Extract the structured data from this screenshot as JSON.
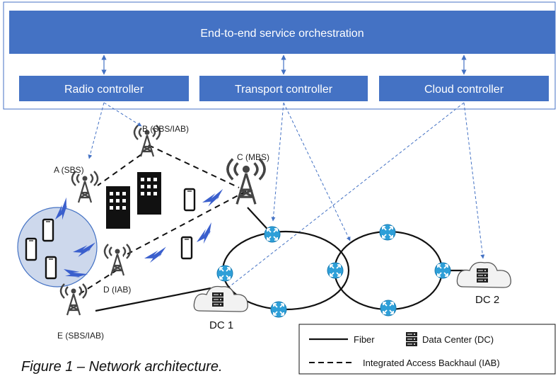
{
  "orchestration": {
    "title": "End-to-end service orchestration",
    "controllers": [
      "Radio controller",
      "Transport controller",
      "Cloud controller"
    ]
  },
  "nodes": {
    "A": "A (SBS)",
    "B": "B (SBS/IAB)",
    "C": "C (MBS)",
    "D": "D (IAB)",
    "E": "E (SBS/IAB)"
  },
  "datacenters": {
    "dc1": "DC 1",
    "dc2": "DC 2"
  },
  "legend": {
    "fiber": "Fiber",
    "data_center": "Data Center (DC)",
    "iab": "Integrated Access Backhaul (IAB)"
  },
  "caption": "Figure 1 – Network architecture.",
  "colors": {
    "accent": "#4472C4",
    "router": "#2E9FD8",
    "cloud_fill": "#f0f0f0",
    "ue_cluster": "#cdd8ec"
  },
  "icons": [
    "antenna-icon",
    "building-icon",
    "smartphone-icon",
    "router-icon",
    "cloud-icon",
    "server-icon",
    "wireless-link-icon"
  ]
}
